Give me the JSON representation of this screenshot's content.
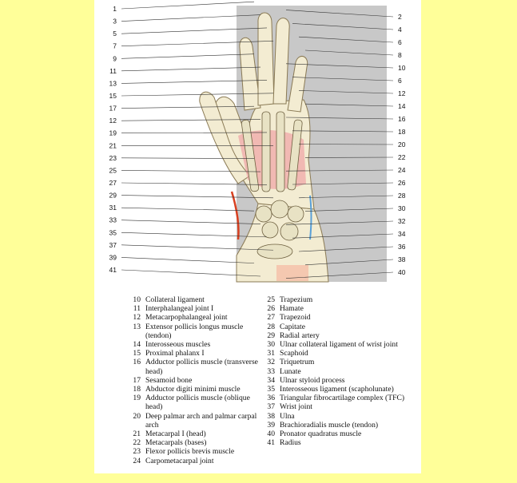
{
  "figure": {
    "left_callouts": [
      "1",
      "3",
      "5",
      "7",
      "9",
      "11",
      "13",
      "15",
      "17",
      "12",
      "19",
      "21",
      "23",
      "25",
      "27",
      "29",
      "31",
      "33",
      "35",
      "37",
      "39",
      "41"
    ],
    "right_callouts": [
      "2",
      "4",
      "6",
      "8",
      "10",
      "6",
      "12",
      "14",
      "16",
      "18",
      "20",
      "22",
      "24",
      "26",
      "28",
      "30",
      "32",
      "34",
      "36",
      "38",
      "40"
    ]
  },
  "legend": {
    "left": [
      {
        "num": "10",
        "text": "Collateral ligament"
      },
      {
        "num": "11",
        "text": "Interphalangeal joint I"
      },
      {
        "num": "12",
        "text": "Metacarpophalangeal joint"
      },
      {
        "num": "13",
        "text": "Extensor pollicis longus muscle (tendon)"
      },
      {
        "num": "14",
        "text": "Interosseous muscles"
      },
      {
        "num": "15",
        "text": "Proximal phalanx I"
      },
      {
        "num": "16",
        "text": "Adductor pollicis muscle (transverse head)"
      },
      {
        "num": "17",
        "text": "Sesamoid bone"
      },
      {
        "num": "18",
        "text": "Abductor digiti minimi muscle"
      },
      {
        "num": "19",
        "text": "Adductor pollicis muscle (oblique head)"
      },
      {
        "num": "20",
        "text": "Deep palmar arch and palmar carpal arch"
      },
      {
        "num": "21",
        "text": "Metacarpal I (head)"
      },
      {
        "num": "22",
        "text": "Metacarpals (bases)"
      },
      {
        "num": "23",
        "text": "Flexor pollicis brevis muscle"
      },
      {
        "num": "24",
        "text": "Carpometacarpal joint"
      }
    ],
    "right": [
      {
        "num": "25",
        "text": "Trapezium"
      },
      {
        "num": "26",
        "text": "Hamate"
      },
      {
        "num": "27",
        "text": "Trapezoid"
      },
      {
        "num": "28",
        "text": "Capitate"
      },
      {
        "num": "29",
        "text": "Radial artery"
      },
      {
        "num": "30",
        "text": "Ulnar collateral ligament of wrist joint"
      },
      {
        "num": "31",
        "text": "Scaphoid"
      },
      {
        "num": "32",
        "text": "Triquetrum"
      },
      {
        "num": "33",
        "text": "Lunate"
      },
      {
        "num": "34",
        "text": "Ulnar styloid process"
      },
      {
        "num": "35",
        "text": "Interosseous ligament (scapholunate)"
      },
      {
        "num": "36",
        "text": "Triangular fibrocartilage complex (TFC)"
      },
      {
        "num": "37",
        "text": "Wrist joint"
      },
      {
        "num": "38",
        "text": "Ulna"
      },
      {
        "num": "39",
        "text": "Brachioradialis muscle (tendon)"
      },
      {
        "num": "40",
        "text": "Pronator quadratus muscle"
      },
      {
        "num": "41",
        "text": "Radius"
      }
    ]
  },
  "colors": {
    "page_background": "#ffff99",
    "figure_background": "#c8c8c8",
    "bone": "#efe8c8",
    "muscle": "#f0a8a8",
    "artery": "#d84020",
    "ulnar_vessel": "#5aa0d8"
  }
}
